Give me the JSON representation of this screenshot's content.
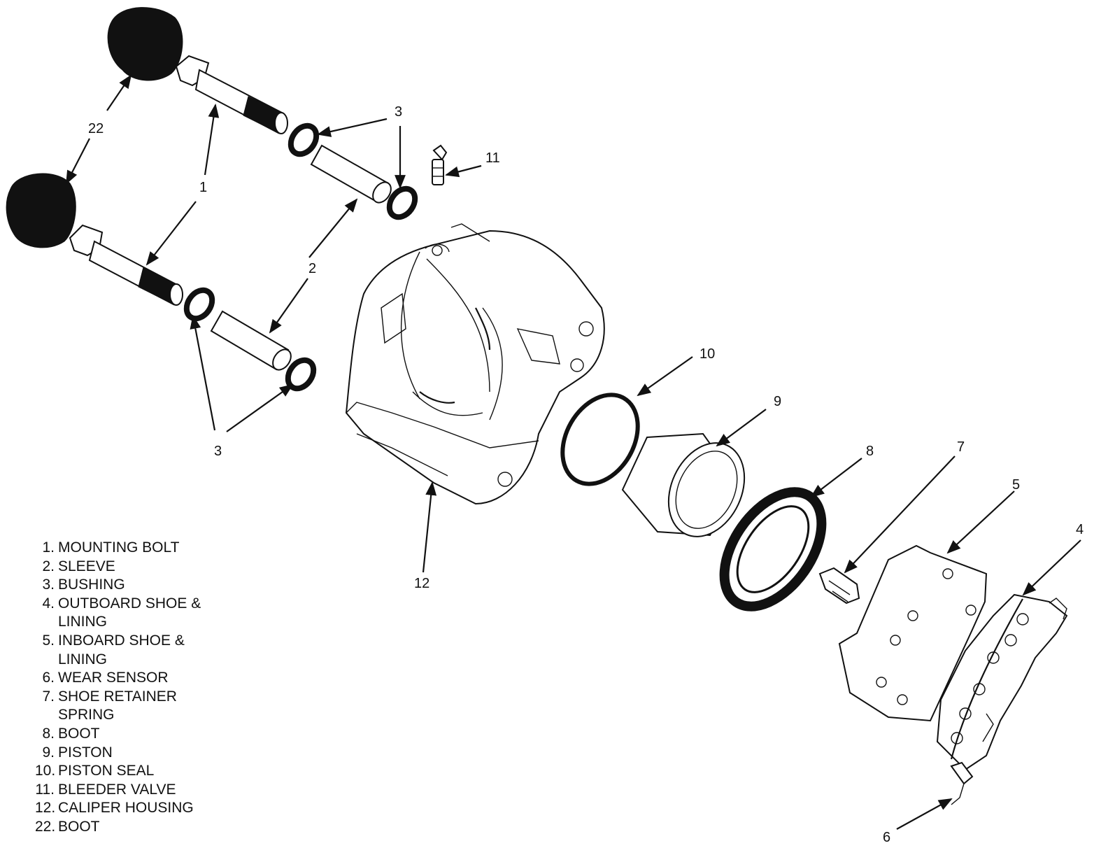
{
  "callouts": {
    "c22": "22",
    "c1": "1",
    "c3a": "3",
    "c11": "11",
    "c2": "2",
    "c3b": "3",
    "c10": "10",
    "c9": "9",
    "c8": "8",
    "c7": "7",
    "c5": "5",
    "c4": "4",
    "c12": "12",
    "c6": "6"
  },
  "legend": [
    {
      "num": "1.",
      "text": "MOUNTING BOLT"
    },
    {
      "num": "2.",
      "text": "SLEEVE"
    },
    {
      "num": "3.",
      "text": "BUSHING"
    },
    {
      "num": "4.",
      "text": "OUTBOARD SHOE & LINING"
    },
    {
      "num": "5.",
      "text": "INBOARD SHOE & LINING"
    },
    {
      "num": "6.",
      "text": "WEAR SENSOR"
    },
    {
      "num": "7.",
      "text": "SHOE RETAINER SPRING"
    },
    {
      "num": "8.",
      "text": "BOOT"
    },
    {
      "num": "9.",
      "text": "PISTON"
    },
    {
      "num": "10.",
      "text": "PISTON SEAL"
    },
    {
      "num": "11.",
      "text": "BLEEDER VALVE"
    },
    {
      "num": "12.",
      "text": "CALIPER HOUSING"
    },
    {
      "num": "22.",
      "text": "BOOT"
    }
  ],
  "colors": {
    "ink": "#111111",
    "paper": "#ffffff"
  }
}
